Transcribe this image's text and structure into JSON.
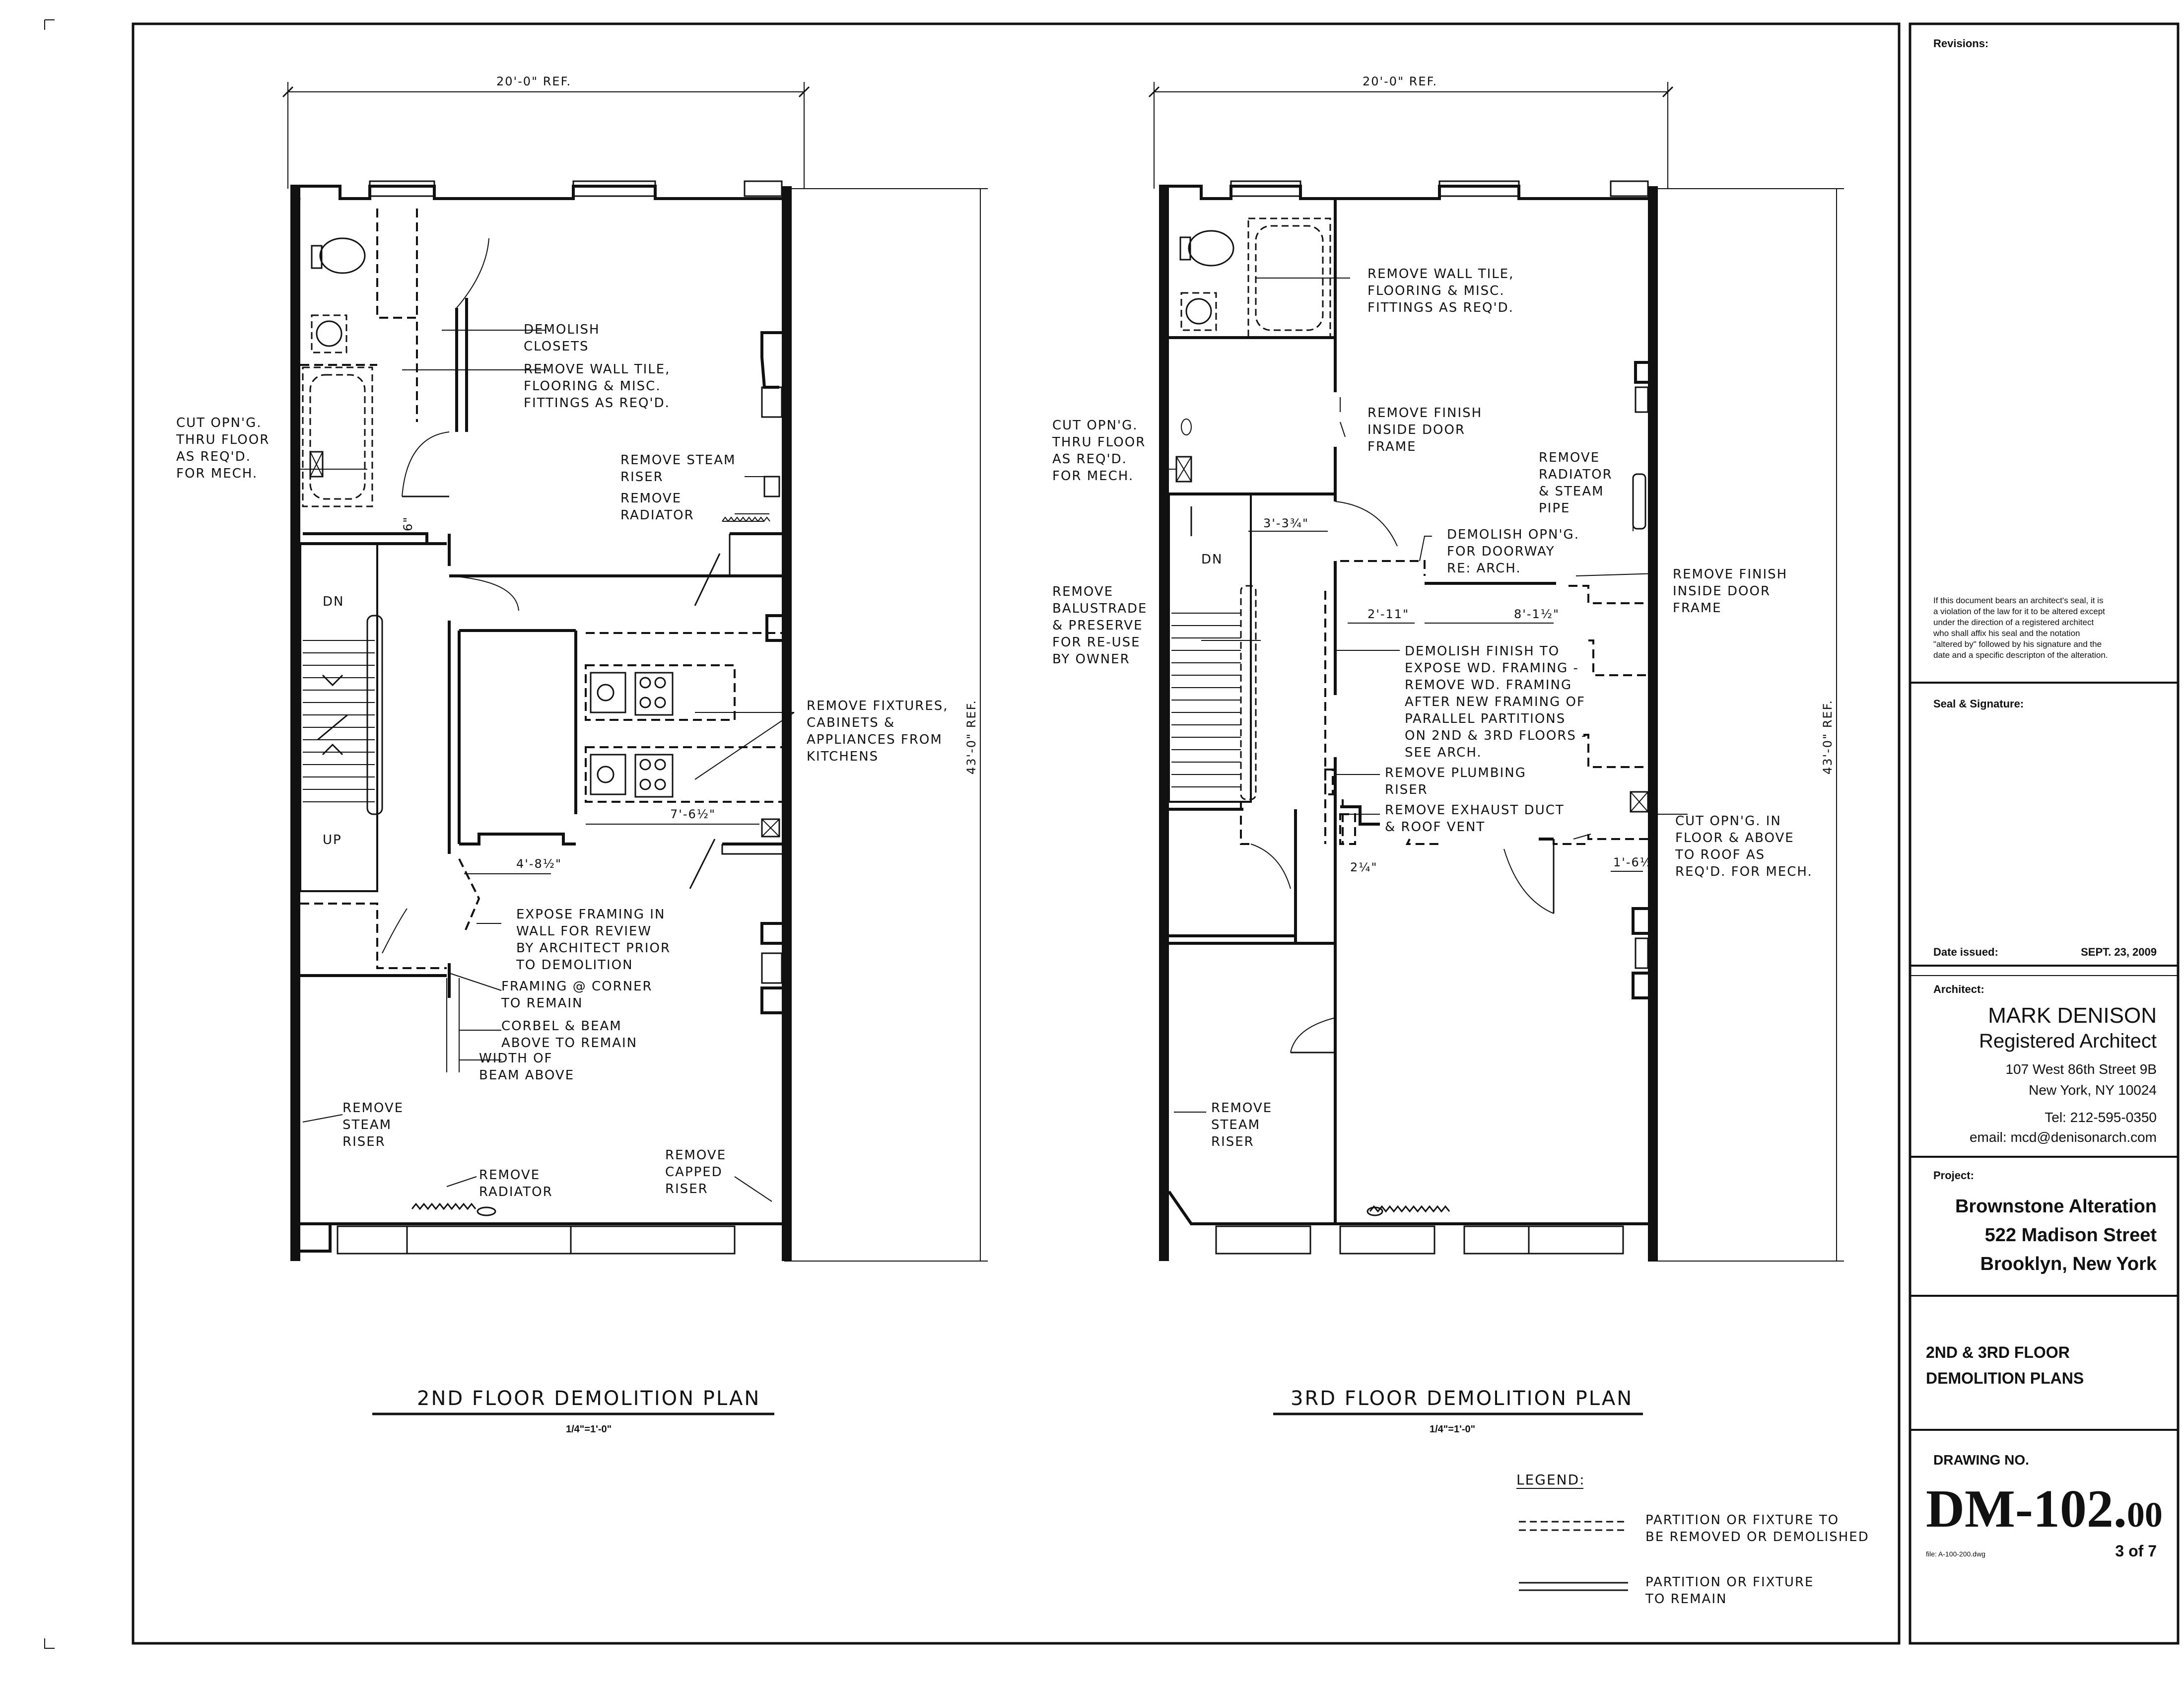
{
  "plans": [
    {
      "title": "2ND FLOOR DEMOLITION PLAN",
      "scale": "1/4\"=1'-0\"",
      "width_dim": "20'-0\"  REF.",
      "depth_dim": "43'-0\"  REF.",
      "stair_labels": [
        "DN",
        "UP"
      ],
      "notes": [
        [
          "DEMOLISH",
          "CLOSETS"
        ],
        [
          "REMOVE WALL TILE,",
          "FLOORING & MISC.",
          "FITTINGS AS REQ'D."
        ],
        [
          "CUT OPN'G.",
          "THRU FLOOR",
          "AS REQ'D.",
          "FOR MECH."
        ],
        [
          "REMOVE STEAM",
          "RISER"
        ],
        [
          "REMOVE",
          "RADIATOR"
        ],
        [
          "REMOVE FIXTURES,",
          "CABINETS &",
          "APPLIANCES FROM",
          "KITCHENS"
        ],
        [
          "EXPOSE FRAMING IN",
          "WALL FOR REVIEW",
          "BY ARCHITECT PRIOR",
          "TO DEMOLITION"
        ],
        [
          "FRAMING @ CORNER",
          "TO REMAIN"
        ],
        [
          "CORBEL & BEAM",
          "ABOVE TO REMAIN"
        ],
        [
          "WIDTH OF",
          "BEAM ABOVE"
        ],
        [
          "REMOVE",
          "STEAM",
          "RISER"
        ],
        [
          "REMOVE",
          "RADIATOR"
        ],
        [
          "REMOVE",
          "CAPPED",
          "RISER"
        ]
      ],
      "dims": [
        "7'-6½\"",
        "4'-8½\"",
        "6\""
      ]
    },
    {
      "title": "3RD FLOOR DEMOLITION PLAN",
      "scale": "1/4\"=1'-0\"",
      "width_dim": "20'-0\"  REF.",
      "depth_dim": "43'-0\"  REF.",
      "stair_labels": [
        "DN"
      ],
      "notes": [
        [
          "REMOVE WALL TILE,",
          "FLOORING & MISC.",
          "FITTINGS AS REQ'D."
        ],
        [
          "REMOVE FINISH",
          "INSIDE DOOR",
          "FRAME"
        ],
        [
          "CUT OPN'G.",
          "THRU FLOOR",
          "AS REQ'D.",
          "FOR MECH."
        ],
        [
          "REMOVE",
          "RADIATOR",
          "& STEAM",
          "PIPE"
        ],
        [
          "DEMOLISH OPN'G.",
          "FOR DOORWAY",
          "RE: ARCH."
        ],
        [
          "REMOVE FINISH",
          "INSIDE DOOR",
          "FRAME"
        ],
        [
          "REMOVE",
          "BALUSTRADE",
          "& PRESERVE",
          "FOR RE-USE",
          "BY OWNER"
        ],
        [
          "DEMOLISH FINISH TO",
          "EXPOSE WD. FRAMING -",
          "REMOVE WD. FRAMING",
          "AFTER NEW FRAMING OF",
          "PARALLEL PARTITIONS",
          "ON 2ND & 3RD FLOORS -",
          "SEE ARCH."
        ],
        [
          "REMOVE PLUMBING",
          "RISER"
        ],
        [
          "REMOVE EXHAUST DUCT",
          "& ROOF VENT"
        ],
        [
          "CUT OPN'G. IN",
          "FLOOR & ABOVE",
          "TO ROOF AS",
          "REQ'D. FOR MECH."
        ],
        [
          "REMOVE",
          "STEAM",
          "RISER"
        ]
      ],
      "dims": [
        "3'-3¾\"",
        "2'-11\"",
        "8'-1½\"",
        "1'-6½\"",
        "2¼\""
      ]
    }
  ],
  "legend": {
    "title": "LEGEND:",
    "items": [
      {
        "style": "dashed",
        "lines": [
          "PARTITION OR FIXTURE TO",
          "BE REMOVED OR DEMOLISHED"
        ]
      },
      {
        "style": "solid",
        "lines": [
          "PARTITION OR FIXTURE",
          "TO REMAIN"
        ]
      }
    ]
  },
  "title_block": {
    "revisions_label": "Revisions:",
    "seal_notice": [
      "If this document bears an architect's seal, it is",
      "a violation of the law for it to be altered except",
      "under the direction of a registered architect",
      "who shall affix his seal and the notation",
      "\"altered by\" followed by his signature and the",
      "date and a specific descripton of the alteration."
    ],
    "seal_label": "Seal & Signature:",
    "date_label": "Date issued:",
    "date_value": "SEPT. 23, 2009",
    "architect_label": "Architect:",
    "architect_name": "MARK DENISON",
    "architect_title": "Registered Architect",
    "address1": "107 West 86th Street 9B",
    "address2": "New York, NY  10024",
    "tel": "Tel: 212-595-0350",
    "email": "email: mcd@denisonarch.com",
    "project_label": "Project:",
    "project_lines": [
      "Brownstone Alteration",
      "522 Madison Street",
      "Brooklyn, New York"
    ],
    "sheet_title": [
      "2ND & 3RD FLOOR",
      "DEMOLITION PLANS"
    ],
    "drawing_no_label": "DRAWING NO.",
    "drawing_no_main": "DM-102.",
    "drawing_no_sub": "00",
    "file_name": "file: A-100-200.dwg",
    "sheet_count": "3 of 7"
  }
}
